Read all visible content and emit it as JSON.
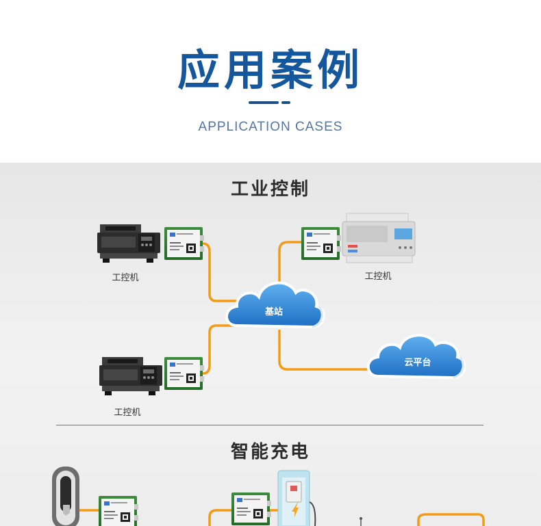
{
  "header": {
    "title": "应用案例",
    "subtitle": "APPLICATION CASES"
  },
  "sections": [
    {
      "title": "工业控制",
      "nodes": {
        "machine_top_left": "工控机",
        "machine_top_right": "工控机",
        "machine_bottom_left": "工控机",
        "base_station": "基站",
        "cloud_platform": "云平台"
      }
    },
    {
      "title": "智能充电"
    }
  ],
  "colors": {
    "title": "#14579c",
    "line": "#f59a14",
    "cloud": "#2b7fd6",
    "module": "#2e7d32"
  }
}
